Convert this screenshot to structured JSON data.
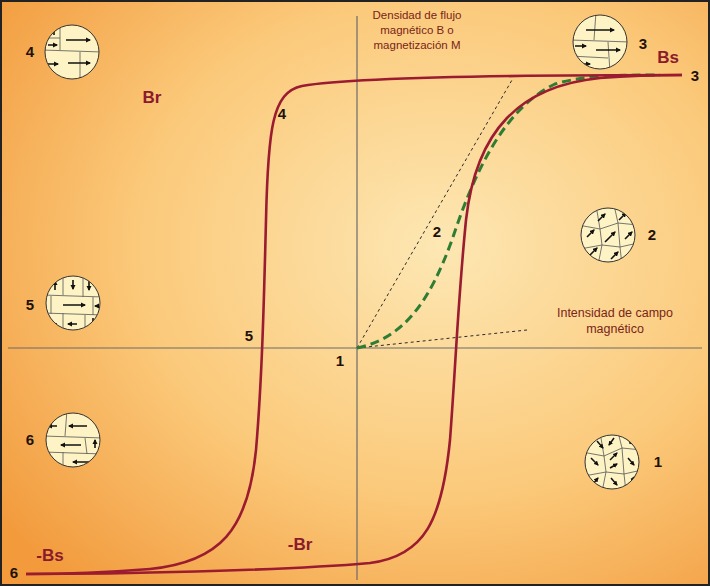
{
  "diagram": {
    "labels": [
      "4",
      "Densidad de flujo magnético B o magnetización M",
      "3",
      "Br",
      "Bs",
      "3",
      "4",
      "2",
      "2",
      "5",
      "5",
      "1",
      "Intensidad de campo magnético",
      "6",
      "1",
      "-Bs",
      "-Br",
      "6"
    ]
  }
}
